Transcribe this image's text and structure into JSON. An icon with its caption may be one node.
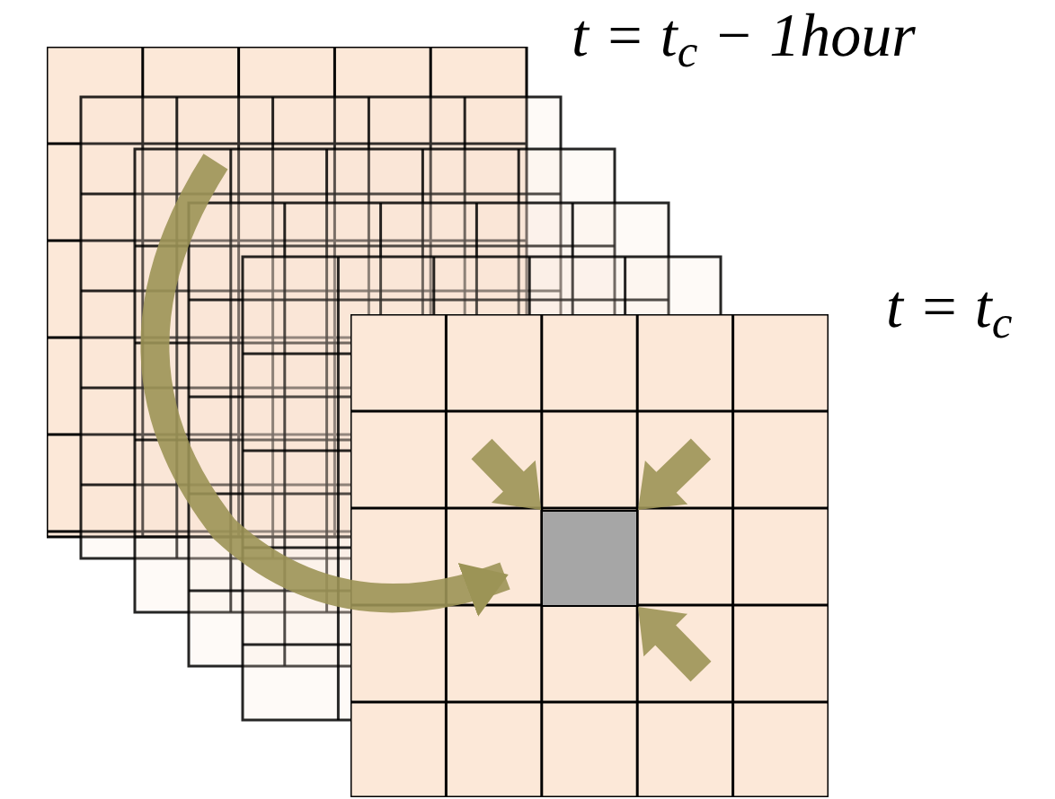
{
  "diagram": {
    "nodes": [
      {
        "text": [],
        "shape": "box",
        "beside": [
          "t = t$_{c}$ − 1hour"
        ]
      },
      {
        "text": [],
        "shape": "box",
        "beside": [
          "t = t$_{c}$"
        ]
      },
      {
        "text": [],
        "shape": "box",
        "in": 1
      }
    ],
    "edges": [
      {
        "from": 0,
        "to": 2,
        "arrow": "to"
      }
    ]
  }
}
